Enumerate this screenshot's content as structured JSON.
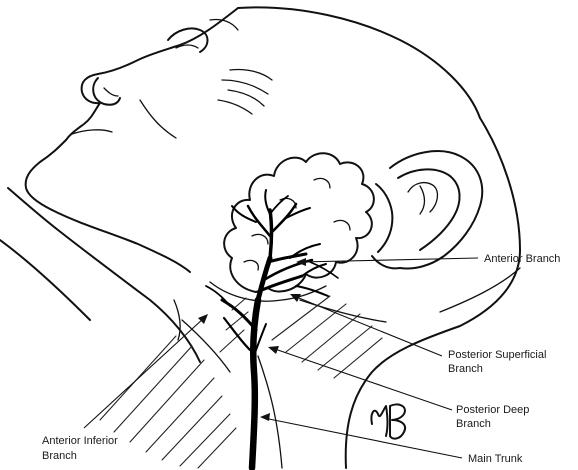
{
  "figure": {
    "labels": {
      "anterior_branch": "Anterior Branch",
      "posterior_superficial_line1": "Posterior Superficial",
      "posterior_superficial_line2": "Branch",
      "posterior_deep_line1": "Posterior Deep",
      "posterior_deep_line2": "Branch",
      "anterior_inferior_line1": "Anterior Inferior",
      "anterior_inferior_line2": "Branch",
      "main_trunk": "Main Trunk"
    },
    "signature_text": "MB"
  }
}
